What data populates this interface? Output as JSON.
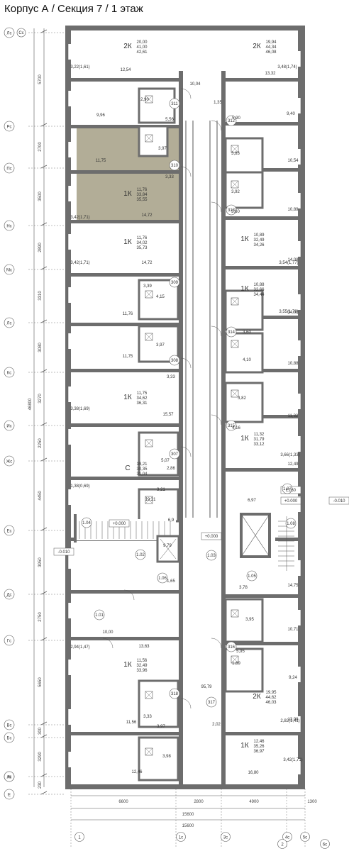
{
  "title": "Корпус А / Секция 7 / 1 этаж",
  "colors": {
    "wall": "#6d6d6d",
    "highlight": "#b2ad97",
    "line": "#555555",
    "bg": "#ffffff"
  },
  "axes_left": [
    "Лс",
    "Рс",
    "Пс",
    "Нс",
    "Мс",
    "Лс",
    "Кс",
    "Ис",
    "Жс",
    "Ес",
    "Дс",
    "Гс",
    "Вс",
    "Бс",
    "Ас",
    "Е"
  ],
  "axes_left_extra": [
    "Ж"
  ],
  "axes_bottom": [
    "1",
    "1с",
    "3с",
    "4с",
    "2",
    "5с",
    "6с"
  ],
  "dims_left": [
    "5700",
    "2700",
    "3500",
    "2890",
    "3310",
    "3080",
    "3270",
    "2250",
    "4450",
    "3950",
    "2750",
    "5650",
    "300",
    "3290",
    "230"
  ],
  "dim_total_left": "46800",
  "dims_bottom": [
    "6600",
    "2800",
    "4900",
    "1300"
  ],
  "dim_total_bottom_1": "15600",
  "dim_total_bottom_2": "15600",
  "elevations": [
    "-0.010",
    "+0.000",
    "+0.000",
    "+0.000",
    "-0.010",
    "E160"
  ],
  "room_numbers": [
    "311",
    "312",
    "310",
    "313",
    "309",
    "314",
    "308",
    "315",
    "307",
    "1.07",
    "1.04",
    "1.08",
    "1.02",
    "1.03",
    "1.06",
    "1.05",
    "1.01",
    "316",
    "318",
    "317"
  ],
  "apartments": [
    {
      "type": "2К",
      "l1": "20,00",
      "l2": "41,00",
      "l3": "42,61"
    },
    {
      "type": "2К",
      "l1": "19,94",
      "l2": "44,34",
      "l3": "46,08"
    },
    {
      "type": "1К",
      "l1": "11,76",
      "l2": "33,84",
      "l3": "35,55"
    },
    {
      "type": "1К",
      "l1": "10,89",
      "l2": "32,49",
      "l3": "34,26"
    },
    {
      "type": "1К",
      "l1": "11,76",
      "l2": "34,02",
      "l3": "35,73"
    },
    {
      "type": "1К",
      "l1": "10,88",
      "l2": "32,66",
      "l3": "34,44"
    },
    {
      "type": "1К",
      "l1": "11,75",
      "l2": "34,62",
      "l3": "36,31"
    },
    {
      "type": "1К",
      "l1": "11,32",
      "l2": "31,79",
      "l3": "33,12"
    },
    {
      "type": "С",
      "l1": "19,21",
      "l2": "30,35",
      "l3": "31,04"
    },
    {
      "type": "1К",
      "l1": "11,56",
      "l2": "32,49",
      "l3": "33,96"
    },
    {
      "type": "2К",
      "l1": "19,95",
      "l2": "44,62",
      "l3": "46,03"
    },
    {
      "type": "1К",
      "l1": "12,46",
      "l2": "35,26",
      "l3": "36,97"
    }
  ],
  "room_areas": [
    "3,22(1,61)",
    "12,54",
    "2,90",
    "5,56",
    "10,04",
    "1,35",
    "5,90",
    "13,32",
    "3,48(1,74)",
    "9,96",
    "9,40",
    "3,97",
    "11,75",
    "3,33",
    "10,54",
    "3,83",
    "3,92",
    "14,72",
    "3,42(1,71)",
    "10,89",
    "3,60",
    "3,42(1,71)",
    "14,72",
    "14,08",
    "3,54(1,77)",
    "3,39",
    "4,15",
    "11,76",
    "3,55(1,78)",
    "14,08",
    "3,97",
    "3,60",
    "11,75",
    "4,10",
    "10,88",
    "3,33",
    "3,82",
    "3,38(1,69)",
    "15,57",
    "11,32",
    "4,16",
    "5,07",
    "12,49",
    "3,66(1,33)",
    "2,86",
    "3,21",
    "1,38(0,69)",
    "19,21",
    "6,97",
    "6,9",
    "9,79",
    "1,65",
    "3,78",
    "14,75",
    "10,00",
    "3,95",
    "10,71",
    "2,94(1,47)",
    "13,63",
    "5,95",
    "1,69",
    "9,24",
    "3,33",
    "3,97",
    "95,79",
    "13,08",
    "2,82(1,41)",
    "11,56",
    "2,02",
    "3,98",
    "3,42(1,71)",
    "12,46",
    "16,80"
  ]
}
